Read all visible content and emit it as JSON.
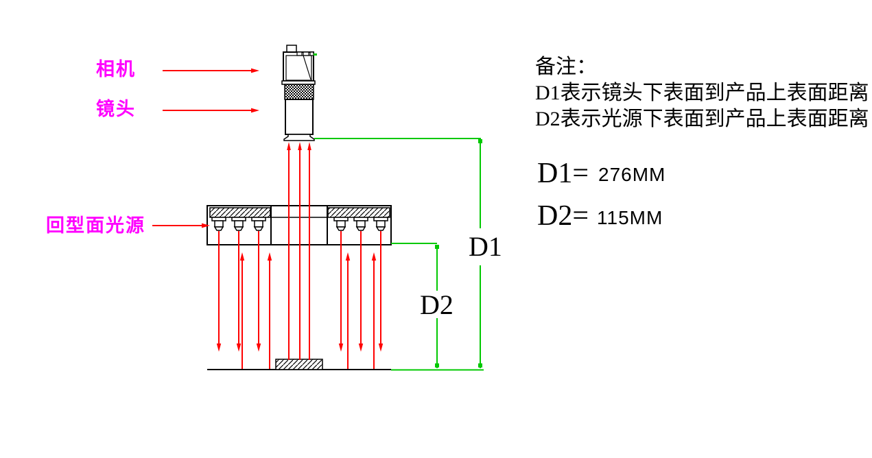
{
  "diagram": {
    "labels": {
      "camera": "相机",
      "lens": "镜头",
      "light_source": "回型面光源"
    },
    "dimension_marks": {
      "d1": "D1",
      "d2": "D2"
    },
    "notes": {
      "title": "备注：",
      "lines": [
        "D1表示镜头下表面到产品上表面距离",
        "D2表示光源下表面到产品上表面距离"
      ]
    },
    "measurements": [
      {
        "name": "D1=",
        "value": "276MM"
      },
      {
        "name": "D2=",
        "value": "115MM"
      }
    ],
    "colors": {
      "callout_label": "#ff00ff",
      "light_ray": "#ff0000",
      "dimension_line": "#00c800",
      "drawing_line": "#000000",
      "background": "#ffffff"
    }
  }
}
